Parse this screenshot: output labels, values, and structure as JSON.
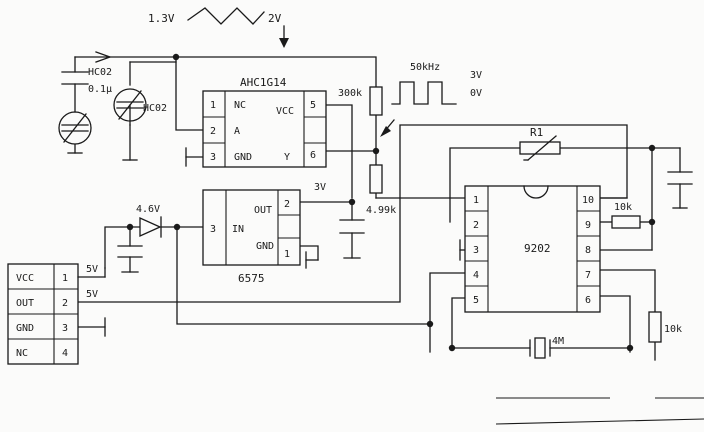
{
  "sensor": {
    "cap_label": "HC02",
    "cap_value": "0.1μ",
    "sensor_label": "HC02"
  },
  "sweep": {
    "low_voltage": "1.3V",
    "high_voltage": "2V"
  },
  "pulse": {
    "frequency": "50kHz",
    "high": "3V",
    "low": "0V"
  },
  "u1": {
    "name": "AHC1G14",
    "pins": [
      {
        "num": "1",
        "name": "NC"
      },
      {
        "num": "2",
        "name": "A"
      },
      {
        "num": "3",
        "name": "GND"
      },
      {
        "num": "5",
        "name": "VCC"
      },
      {
        "num": "6",
        "name": "Y"
      }
    ]
  },
  "u2": {
    "name": "6575",
    "pins": [
      {
        "num": "3",
        "name": "IN"
      },
      {
        "num": "2",
        "name": "OUT"
      },
      {
        "num": "1",
        "name": "GND"
      }
    ],
    "out_voltage": "3V"
  },
  "u3": {
    "name": "9202",
    "pins_left": [
      "1",
      "2",
      "3",
      "4",
      "5"
    ],
    "pins_right": [
      "10",
      "9",
      "8",
      "7",
      "6"
    ]
  },
  "parts": {
    "r_300k": "300k",
    "r_499k": "4.99k",
    "r1": "R1",
    "r_10k_a": "10k",
    "r_10k_b": "10k",
    "crystal": "4M",
    "diode_voltage": "4.6V"
  },
  "connector": {
    "rows": [
      {
        "name": "VCC",
        "num": "1",
        "voltage": "5V"
      },
      {
        "name": "OUT",
        "num": "2",
        "voltage": "5V"
      },
      {
        "name": "GND",
        "num": "3",
        "voltage": ""
      },
      {
        "name": "NC",
        "num": "4",
        "voltage": ""
      }
    ]
  }
}
